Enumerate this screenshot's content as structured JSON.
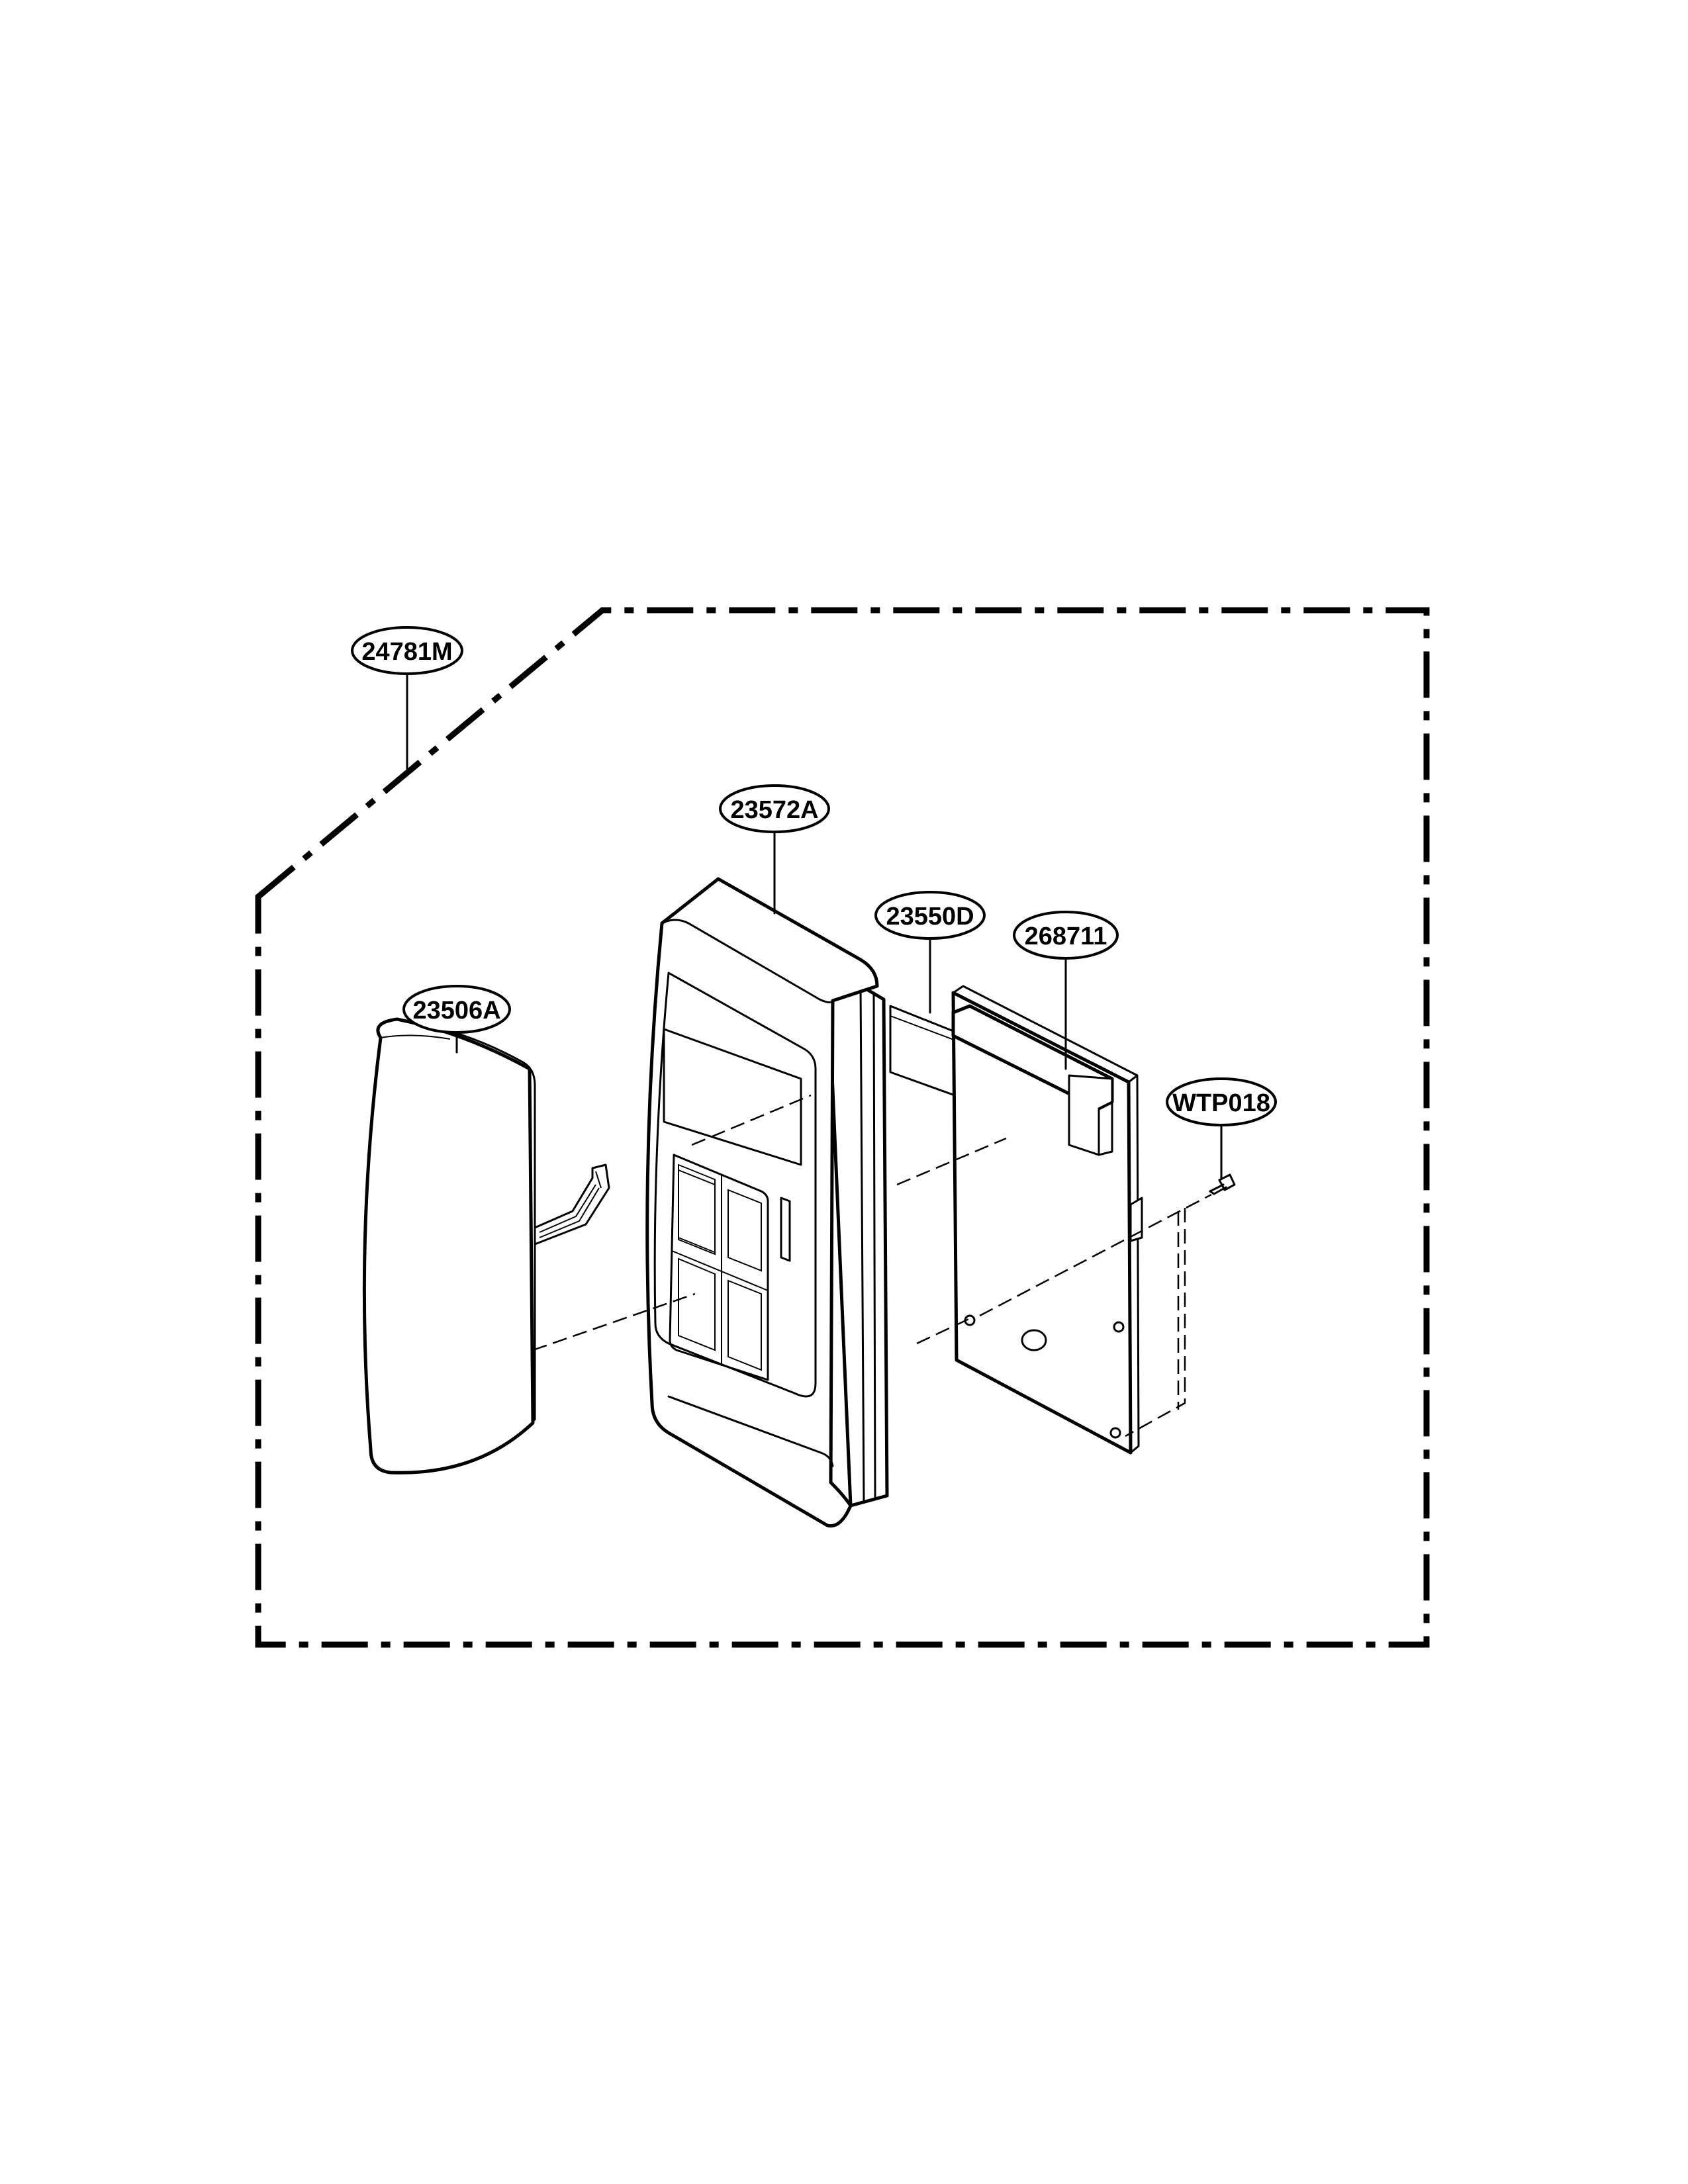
{
  "callouts": {
    "assembly": "24781M",
    "keypad_cover": "23506A",
    "control_panel": "23572A",
    "display_window": "23550D",
    "pcb": "268711",
    "screw": "WTP018"
  }
}
